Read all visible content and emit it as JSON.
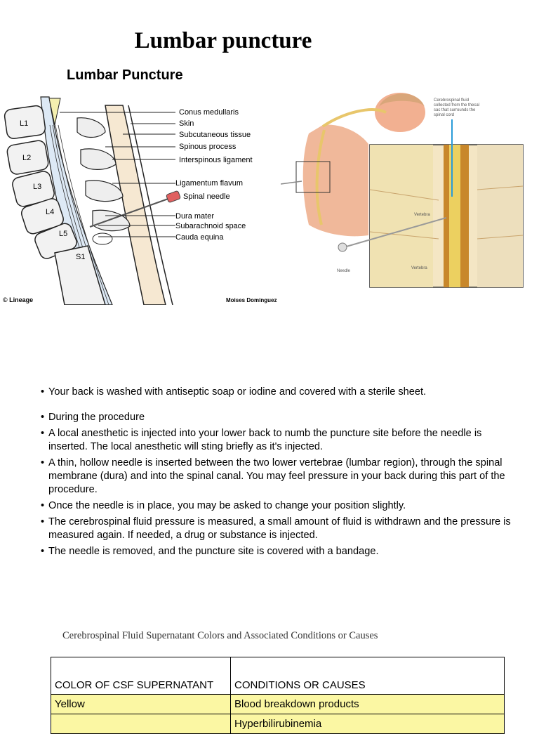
{
  "page": {
    "title": "Lumbar puncture"
  },
  "figure_left": {
    "heading": "Lumbar Puncture",
    "vertebrae": [
      "L1",
      "L2",
      "L3",
      "L4",
      "L5",
      "S1"
    ],
    "labels": [
      "Conus medullaris",
      "Skin",
      "Subcutaneous tissue",
      "Spinous process",
      "Interspinous ligament",
      "Ligamentum flavum",
      "Spinal needle",
      "Dura mater",
      "Subarachnoid space",
      "Cauda equina"
    ],
    "credit": "© Lineage",
    "artist": "Moises Dominguez"
  },
  "figure_right": {
    "callout": [
      "Cerebrospinal fluid",
      "collected from the thecal",
      "sac that surrounds the",
      "spinal cord"
    ],
    "needle_label": "Needle",
    "vertebra_labels": [
      "Vertebra",
      "Vertebra"
    ]
  },
  "bullets": [
    "Your back is washed with antiseptic soap or iodine and covered with a sterile sheet.",
    "During the procedure",
    "A local anesthetic is injected into your lower back to numb the puncture site before the needle is inserted. The local anesthetic will sting briefly as it's injected.",
    "A thin, hollow needle is inserted between the two lower vertebrae (lumbar region), through the spinal membrane (dura) and into the spinal canal. You may feel pressure in your back during this part of the procedure.",
    "Once the needle is in place, you may be asked to change your position slightly.",
    "The cerebrospinal fluid pressure is measured, a small amount of fluid is withdrawn and the pressure is measured again. If needed, a drug or substance is injected.",
    "The needle is removed, and the puncture site is covered with a bandage."
  ],
  "table": {
    "caption": "Cerebrospinal Fluid Supernatant Colors and Associated Conditions or Causes",
    "headers": [
      "COLOR OF CSF SUPERNATANT",
      "CONDITIONS OR CAUSES"
    ],
    "rows": [
      [
        "Yellow",
        "Blood breakdown products"
      ],
      [
        "",
        "Hyperbilirubinemia"
      ]
    ]
  }
}
